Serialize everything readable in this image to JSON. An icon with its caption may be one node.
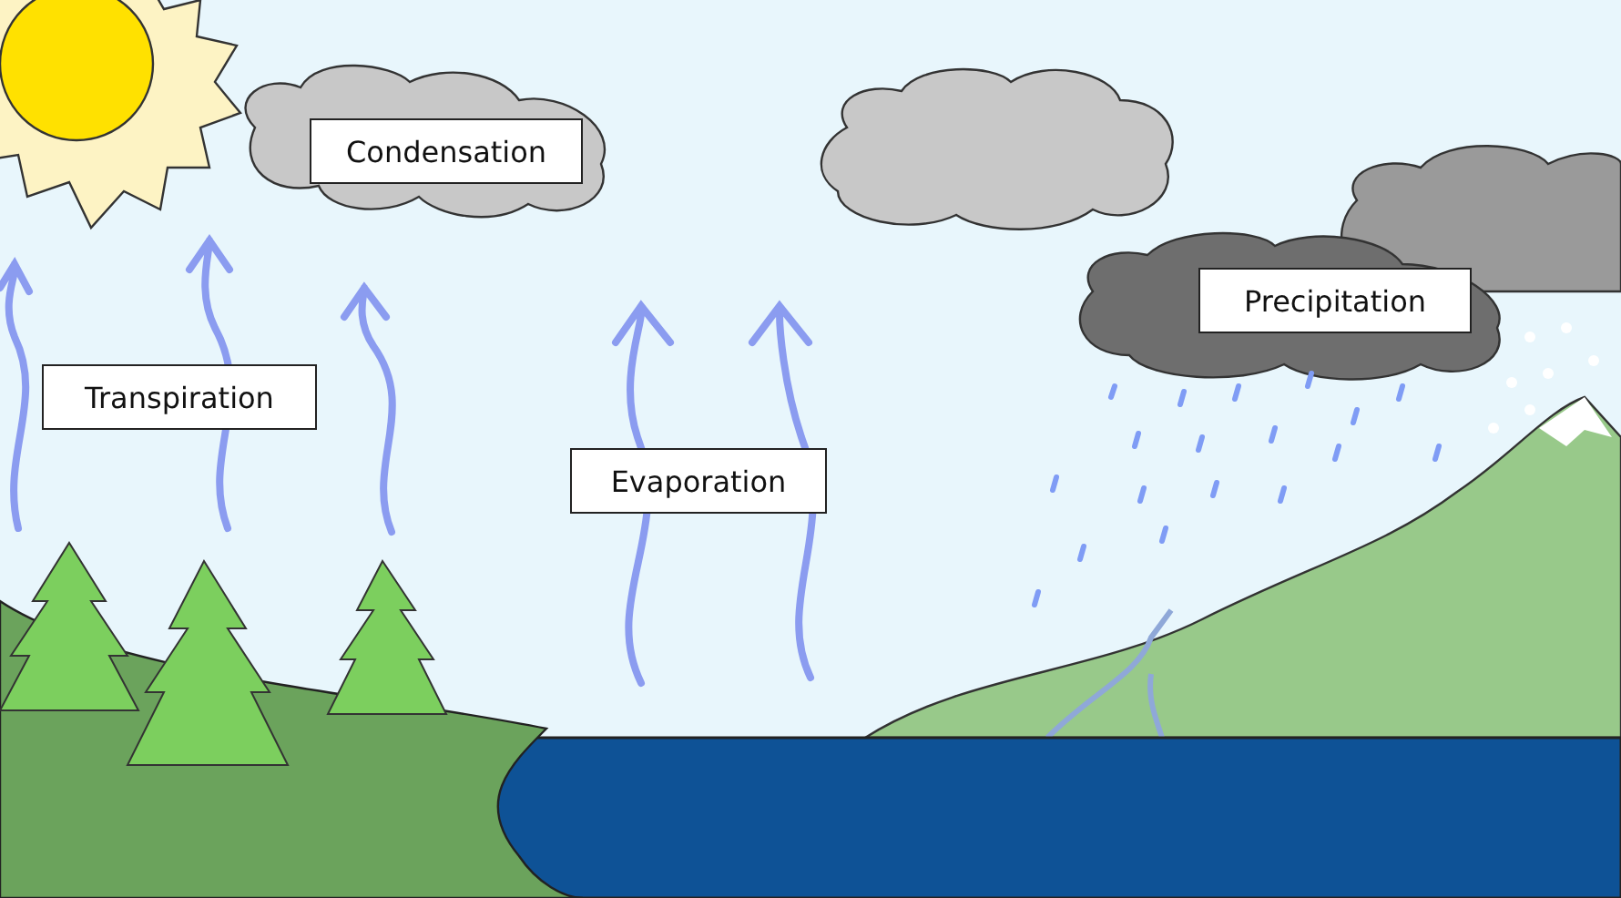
{
  "diagram": {
    "labels": [
      "Condensation",
      "Precipitation",
      "Transpiration",
      "Evaporation"
    ]
  }
}
